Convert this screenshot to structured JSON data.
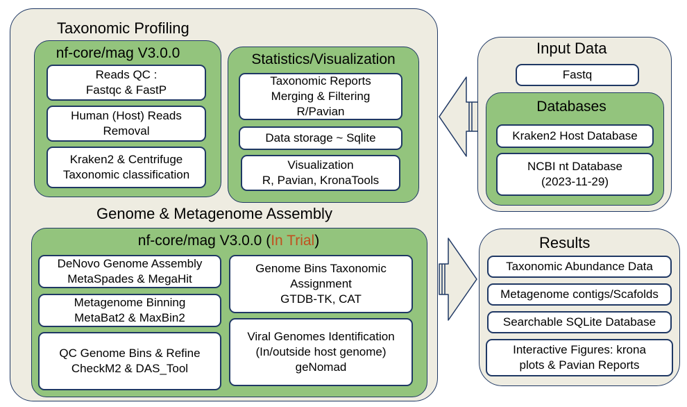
{
  "main_panel": {
    "taxonomic_title": "Taxonomic Profiling",
    "nfcore_top": {
      "title": "nf-core/mag V3.0.0",
      "boxes": [
        [
          "Reads QC :",
          "Fastqc & FastP"
        ],
        [
          "Human (Host) Reads",
          "Removal"
        ],
        [
          "Kraken2 & Centrifuge",
          "Taxonomic classification"
        ]
      ]
    },
    "stats": {
      "title": "Statistics/Visualization",
      "boxes": [
        [
          "Taxonomic Reports",
          "Merging & Filtering",
          "R/Pavian"
        ],
        [
          "Data storage ~ Sqlite"
        ],
        [
          "Visualization",
          "R, Pavian, KronaTools"
        ]
      ]
    },
    "assembly_title": "Genome & Metagenome Assembly",
    "nfcore_bottom": {
      "title_prefix": "nf-core/mag V3.0.0 (",
      "title_trial": "In Trial",
      "title_suffix": ")",
      "left_boxes": [
        [
          "DeNovo Genome Assembly",
          "MetaSpades & MegaHit"
        ],
        [
          "Metagenome Binning",
          "MetaBat2 & MaxBin2"
        ],
        [
          "QC Genome Bins & Refine",
          "CheckM2 & DAS_Tool"
        ]
      ],
      "right_boxes": [
        [
          "Genome Bins Taxonomic",
          "Assignment",
          "GTDB-TK, CAT"
        ],
        [
          "Viral Genomes Identification",
          "(In/outside host genome)",
          "geNomad"
        ]
      ]
    }
  },
  "input_panel": {
    "title": "Input Data",
    "fastq": "Fastq",
    "databases": {
      "title": "Databases",
      "boxes": [
        [
          "Kraken2 Host Database"
        ],
        [
          "NCBI nt Database",
          "(2023-11-29)"
        ]
      ]
    }
  },
  "results_panel": {
    "title": "Results",
    "boxes": [
      [
        "Taxonomic Abundance Data"
      ],
      [
        "Metagenome contigs/Scafolds"
      ],
      [
        "Searchable SQLite Database"
      ],
      [
        "Interactive Figures: krona",
        "plots & Pavian Reports"
      ]
    ]
  },
  "colors": {
    "panel_bg": "#eeece1",
    "green": "#93c47d",
    "border": "#1f3864",
    "trial": "#c0501f"
  }
}
